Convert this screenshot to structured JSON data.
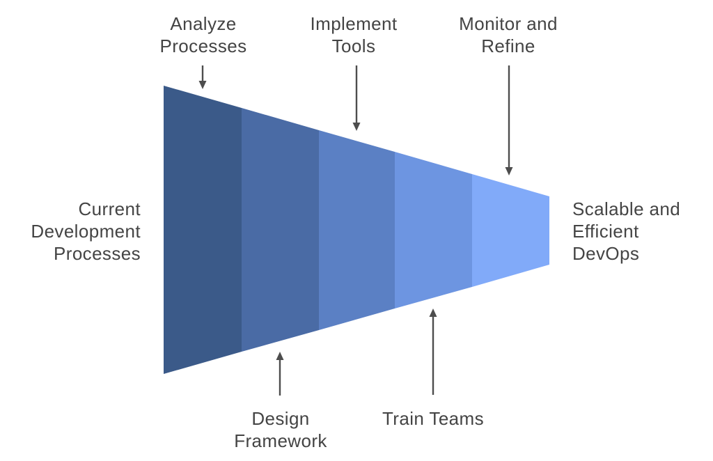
{
  "diagram": {
    "type": "funnel",
    "direction": "left-to-right",
    "left_label": "Current\nDevelopment\nProcesses",
    "right_label": "Scalable and\nEfficient\nDevOps",
    "stages": [
      {
        "label": "Analyze\nProcesses",
        "callout_position": "top",
        "color": "#3b5a89"
      },
      {
        "label": "Design\nFramework",
        "callout_position": "bottom",
        "color": "#4a6ba5"
      },
      {
        "label": "Implement\nTools",
        "callout_position": "top",
        "color": "#5b80c4"
      },
      {
        "label": "Train Teams",
        "callout_position": "bottom",
        "color": "#6d95e1"
      },
      {
        "label": "Monitor and\nRefine",
        "callout_position": "top",
        "color": "#81aaf9"
      }
    ],
    "colors": {
      "text": "#444444",
      "arrow": "#4d4d4d",
      "background": "#ffffff"
    }
  }
}
